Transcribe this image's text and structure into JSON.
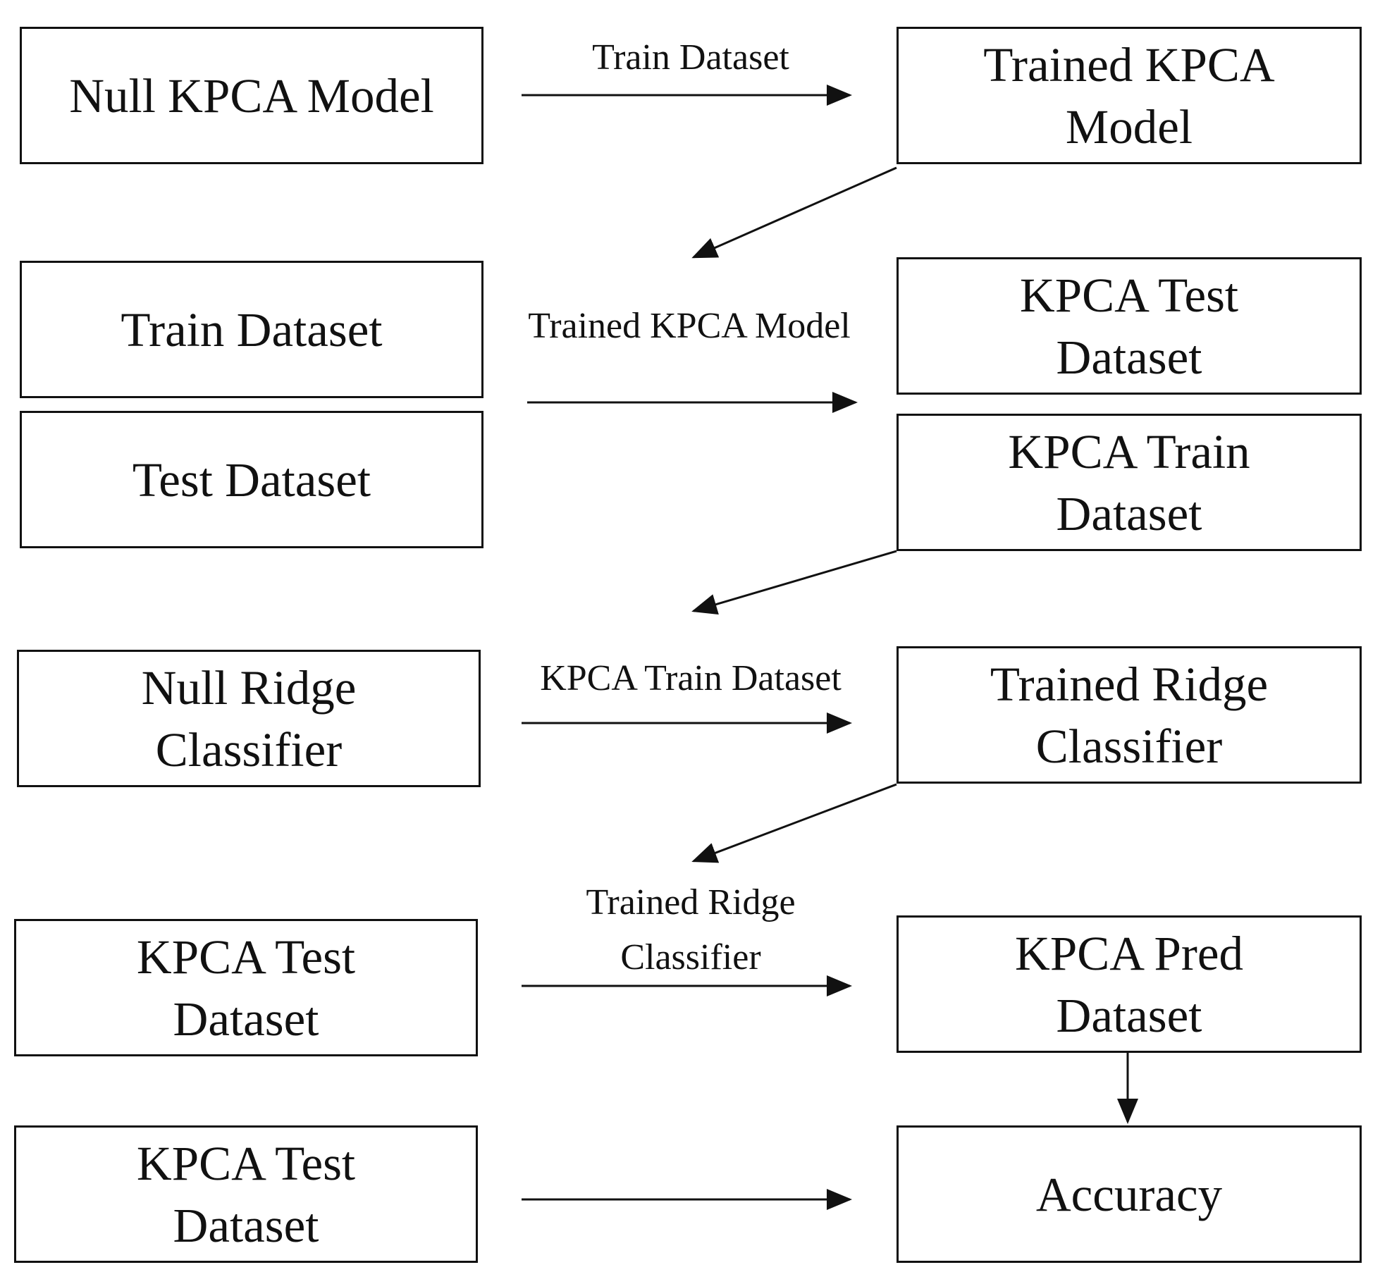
{
  "boxes": {
    "null_kpca_model": "Null  KPCA Model",
    "trained_kpca_model": "Trained KPCA\nModel",
    "train_dataset": "Train  Dataset",
    "test_dataset": "Test Dataset",
    "kpca_test_dataset_1": "KPCA Test\nDataset",
    "kpca_train_dataset": "KPCA Train\nDataset",
    "null_ridge_classifier": "Null  Ridge\nClassifier",
    "trained_ridge_classifier": "Trained  Ridge\nClassifier",
    "kpca_test_dataset_2": "KPCA Test\nDataset",
    "kpca_pred_dataset": "KPCA Pred\nDataset",
    "kpca_test_dataset_3": "KPCA Test\nDataset",
    "accuracy": "Accuracy"
  },
  "edge_labels": {
    "train_dataset": "Train  Dataset",
    "trained_kpca_model": "Trained  KPCA Model",
    "kpca_train_dataset": "KPCA Train  Dataset",
    "trained_ridge_classifier": "Trained  Ridge\nClassifier"
  }
}
